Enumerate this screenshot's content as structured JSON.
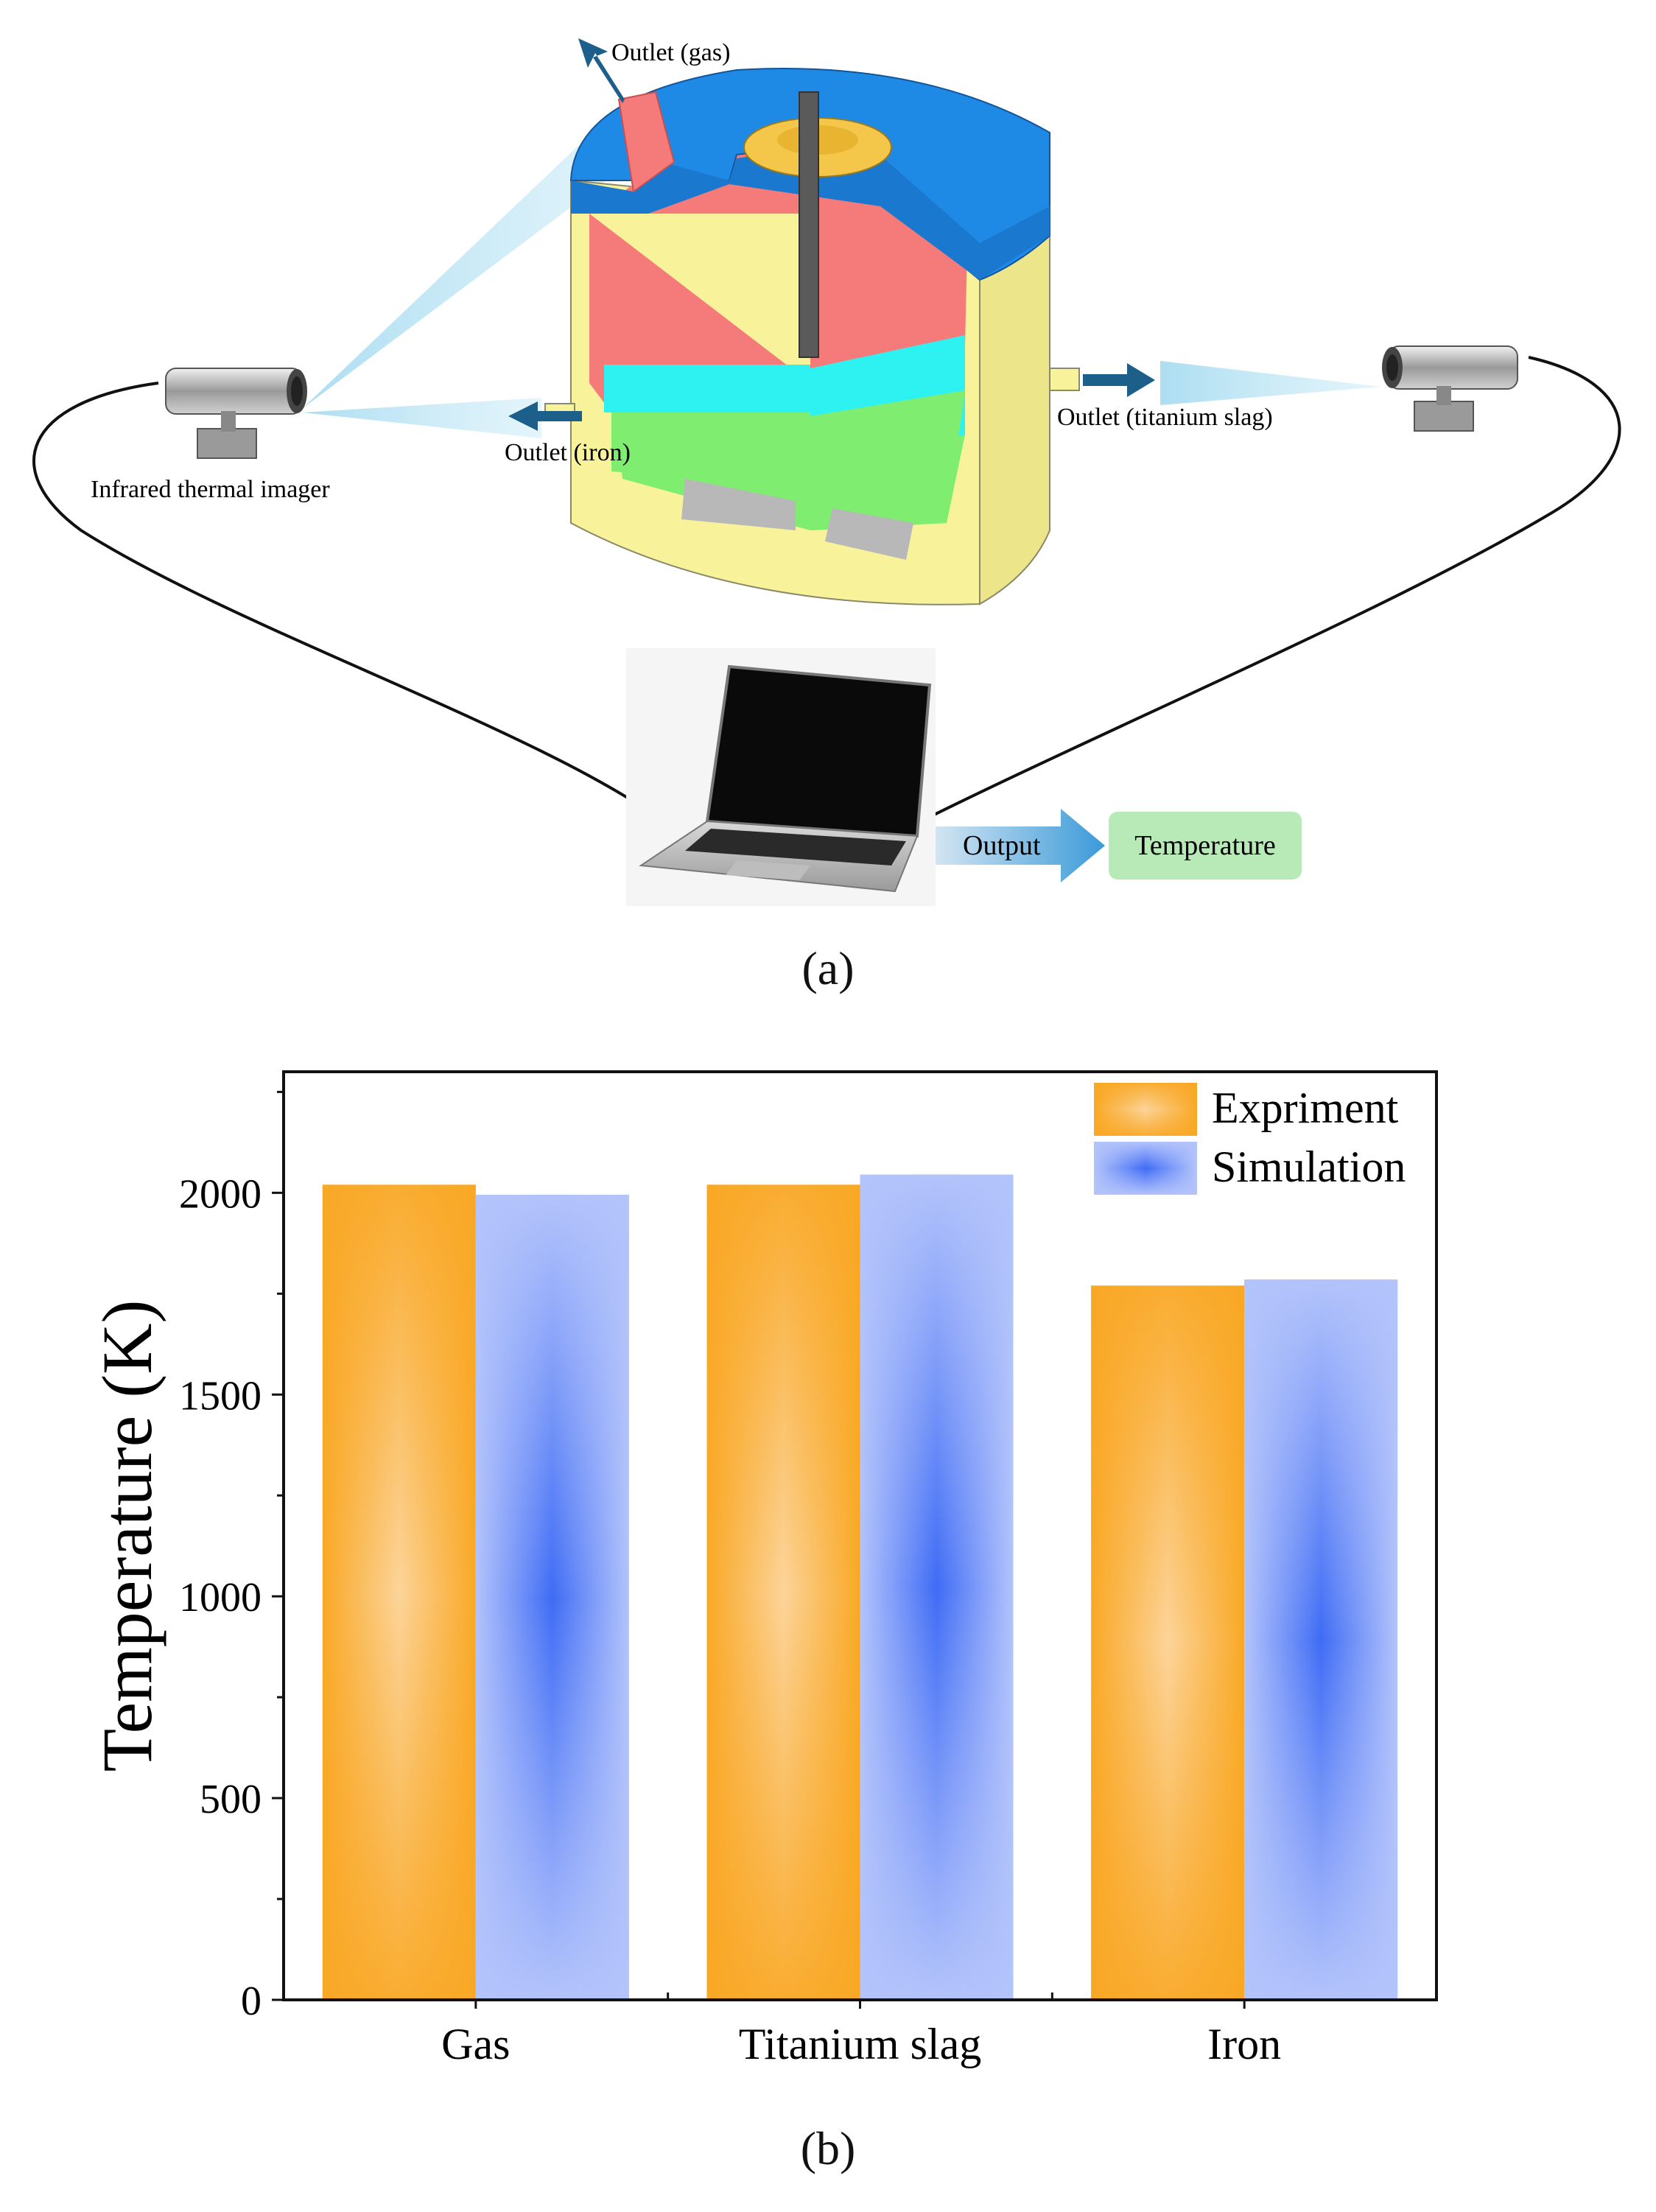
{
  "panel_a": {
    "label_text": "(a)",
    "outlet_gas": "Outlet (gas)",
    "outlet_iron": "Outlet (iron)",
    "outlet_slag": "Outlet (titanium slag)",
    "imager_label": "Infrared thermal imager",
    "output_label": "Output",
    "temperature_label": "Temperature"
  },
  "panel_b": {
    "label_text": "(b)"
  },
  "colors": {
    "experiment": "#f9a825",
    "experiment_light": "#fcd49a",
    "simulation": "#3f6cf5",
    "simulation_light": "#b3c3fb"
  },
  "chart_data": {
    "type": "bar",
    "categories": [
      "Gas",
      "Titanium slag",
      "Iron"
    ],
    "series": [
      {
        "name": "Expriment",
        "values": [
          2020,
          2020,
          1770
        ]
      },
      {
        "name": "Simulation",
        "values": [
          1995,
          2045,
          1785
        ]
      }
    ],
    "ylabel": "Temperature (K)",
    "xlabel": "",
    "ylim": [
      0,
      2300
    ],
    "yticks": [
      0,
      500,
      1000,
      1500,
      2000
    ],
    "legend_position": "top-right",
    "grid": false
  }
}
